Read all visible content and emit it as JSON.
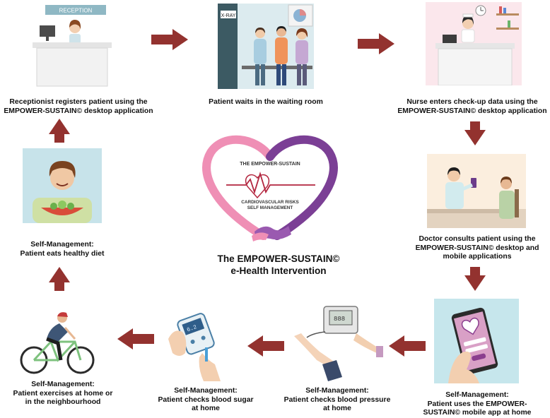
{
  "colors": {
    "arrow": "#93322f",
    "heart_pink": "#ef8fb5",
    "heart_purple": "#7b3f95",
    "heart_line": "#b3263f"
  },
  "steps": {
    "reception": {
      "sign": "RECEPTION",
      "caption": [
        "Receptionist registers patient using the",
        "EMPOWER-SUSTAIN© desktop application"
      ]
    },
    "waiting": {
      "sign": "X-RAY",
      "caption": [
        "Patient waits in the waiting room"
      ]
    },
    "nurse": {
      "caption": [
        "Nurse enters check-up data using the",
        "EMPOWER-SUSTAIN© desktop application"
      ]
    },
    "doctor": {
      "caption": [
        "Doctor consults patient using the",
        "EMPOWER-SUSTAIN© desktop and",
        "mobile applications"
      ]
    },
    "mobile_app": {
      "caption": [
        "Self-Management:",
        "Patient uses the EMPOWER-",
        "SUSTAIN© mobile app at home"
      ]
    },
    "blood_pressure": {
      "caption": [
        "Self-Management:",
        "Patient checks blood pressure",
        "at home"
      ]
    },
    "blood_sugar": {
      "caption": [
        "Self-Management:",
        "Patient checks blood sugar",
        "at home"
      ]
    },
    "exercise": {
      "caption": [
        "Self-Management:",
        "Patient exercises at home or",
        "in the neighbourhood"
      ]
    },
    "diet": {
      "caption": [
        "Self-Management:",
        "Patient eats healthy diet"
      ]
    }
  },
  "logo": {
    "top_text": "THE EMPOWER-SUSTAIN",
    "bottom_text": [
      "CARDIOVASCULAR RISKS",
      "SELF MANAGEMENT"
    ]
  },
  "center_title": [
    "The EMPOWER-SUSTAIN©",
    "e-Health Intervention"
  ]
}
